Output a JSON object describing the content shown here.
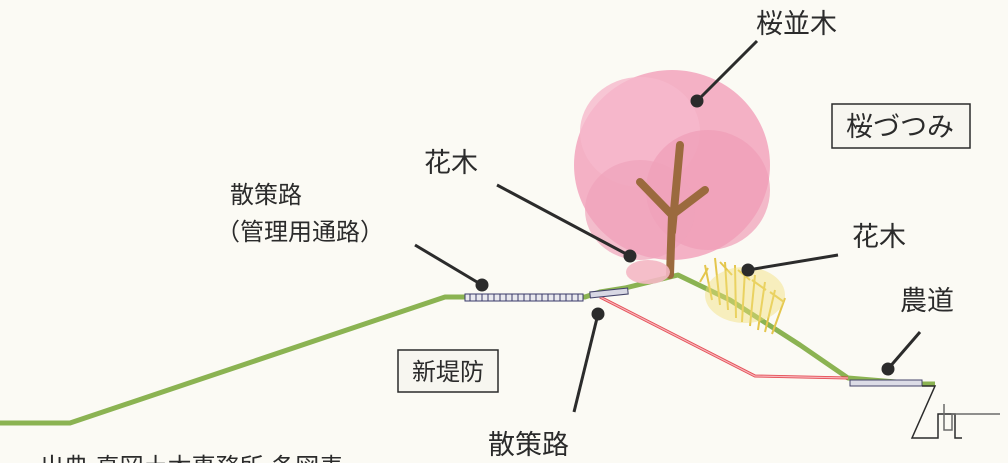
{
  "labels": {
    "sakura_namiki": "桜並木",
    "sakura_zutsumi": "桜づつみ",
    "kaboku_left": "花木",
    "kaboku_right": "花木",
    "sansakuro_upper_line1": "散策路",
    "sansakuro_upper_line2": "（管理用通路）",
    "shin_teibou": "新堤防",
    "noudou": "農道",
    "sansakuro_lower": "散策路",
    "source_partial": "出典 真岡土木事務所 条図表"
  },
  "colors": {
    "background": "#fbfaf4",
    "embankment_line": "#8bb352",
    "old_levee_line": "#e0303a",
    "tree_canopy": "#f3a9c0",
    "tree_trunk": "#9b6a3e",
    "shrub": "#e8d25a",
    "pointer": "#2b2b2b"
  }
}
